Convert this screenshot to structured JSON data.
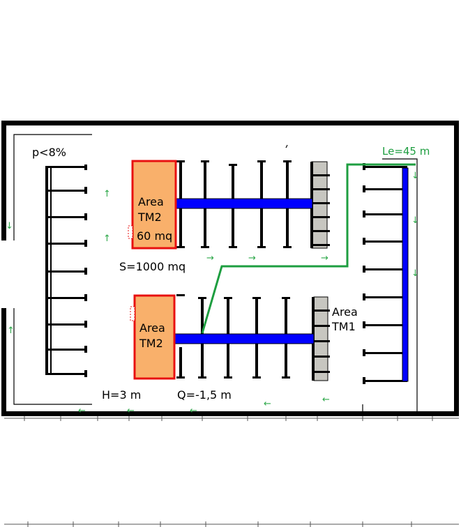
{
  "labels": {
    "slope": "p<8%",
    "length": "Le=45 m",
    "surface": "S=1000 mq",
    "height": "H=3 m",
    "quota": "Q=-1,5 m",
    "area_tm2_top_line1": "Area",
    "area_tm2_top_line2": "TM2",
    "area_tm2_top_line3": "60 mq",
    "area_tm2_bottom_line1": "Area",
    "area_tm2_bottom_line2": "TM2",
    "area_tm1_line1": "Area",
    "area_tm1_line2": "TM1"
  },
  "flow_arrows": {
    "up": "↑",
    "down": "↓",
    "right": "→",
    "left": "←"
  },
  "colors": {
    "wall": "#000000",
    "zone_fill": "#f9b06b",
    "zone_border": "#e81010",
    "corridor": "#0000ff",
    "technical_strip": "#c7c6c0",
    "route_line": "#1e9e40",
    "arrow": "#2ea84a"
  }
}
